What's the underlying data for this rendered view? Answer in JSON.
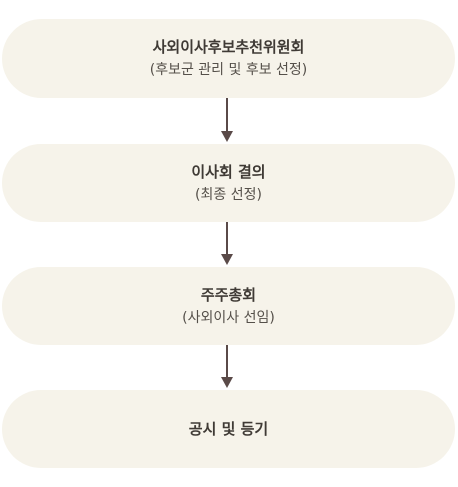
{
  "steps": [
    {
      "title": "사외이사후보추천위원회",
      "subtitle": "(후보군 관리 및 후보 선정)"
    },
    {
      "title": "이사회 결의",
      "subtitle": "(최종 선정)"
    },
    {
      "title": "주주총회",
      "subtitle": "(사외이사 선임)"
    },
    {
      "title": "공시 및 등기",
      "subtitle": ""
    }
  ],
  "colors": {
    "box_background": "#f6f3ea",
    "arrow": "#5a4a48",
    "text": "#3f3a35"
  }
}
